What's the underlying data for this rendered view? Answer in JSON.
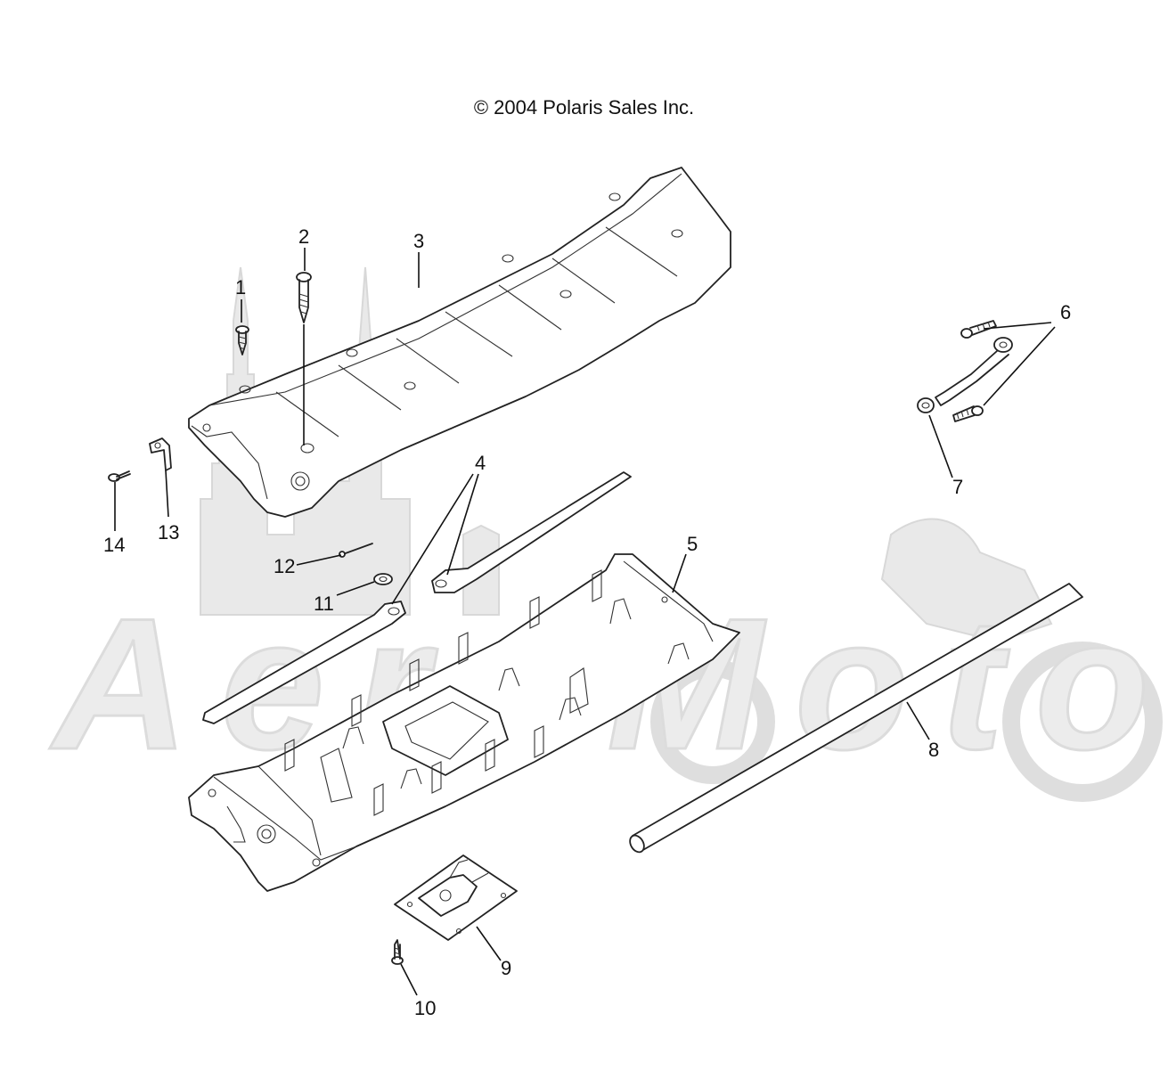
{
  "diagram": {
    "copyright": "© 2004 Polaris Sales Inc.",
    "callouts": [
      "1",
      "2",
      "3",
      "4",
      "5",
      "6",
      "7",
      "8",
      "9",
      "10",
      "11",
      "12",
      "13",
      "14"
    ],
    "watermark": {
      "text": "AeroMoto",
      "color": "#e9e9e9"
    },
    "line_color": "#111111",
    "background": "#ffffff"
  }
}
